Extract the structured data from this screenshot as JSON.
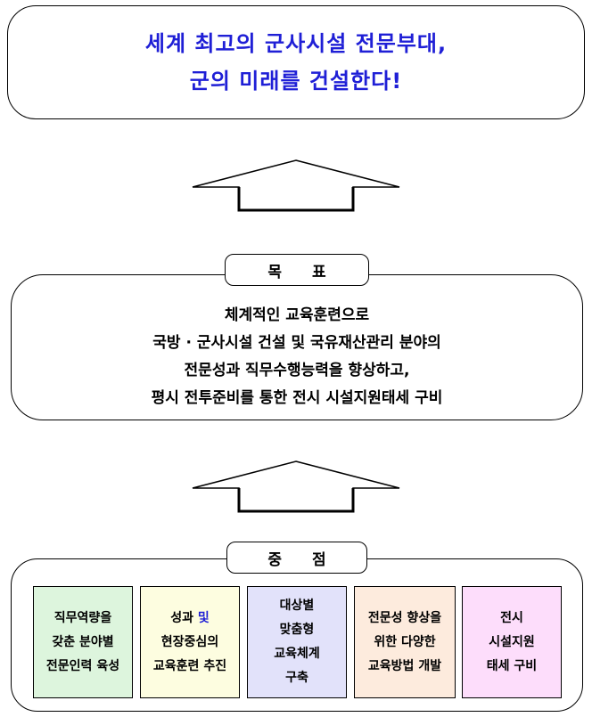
{
  "vision": {
    "line1": "세계 최고의 군사시설 전문부대,",
    "line2": "군의 미래를 건설한다!"
  },
  "goal": {
    "label": "목 표",
    "lines": [
      "체계적인 교육훈련으로",
      "국방 · 군사시설 건설 및 국유재산관리 분야의",
      "전문성과 직무수행능력을 향상하고,",
      "평시 전투준비를 통한 전시 시설지원태세 구비"
    ]
  },
  "focus": {
    "label": "중 점",
    "items": [
      {
        "lines": [
          "직무역량을",
          "갖춘 분야별",
          "전문인력 육성"
        ],
        "color": "#ddf5dd"
      },
      {
        "line1_main": "성과 ",
        "line1_highlight": "및",
        "lines_rest": [
          "현장중심의",
          "교육훈련 추진"
        ],
        "color": "#fdfde0"
      },
      {
        "lines": [
          "대상별",
          "맞춤형",
          "교육체계",
          "구축"
        ],
        "color": "#e2e2fa"
      },
      {
        "lines": [
          "전문성 향상을",
          "위한 다양한",
          "교육방법 개발"
        ],
        "color": "#fdebdd"
      },
      {
        "lines": [
          "전시",
          "시설지원",
          "태세 구비"
        ],
        "color": "#fdddfb"
      }
    ]
  }
}
